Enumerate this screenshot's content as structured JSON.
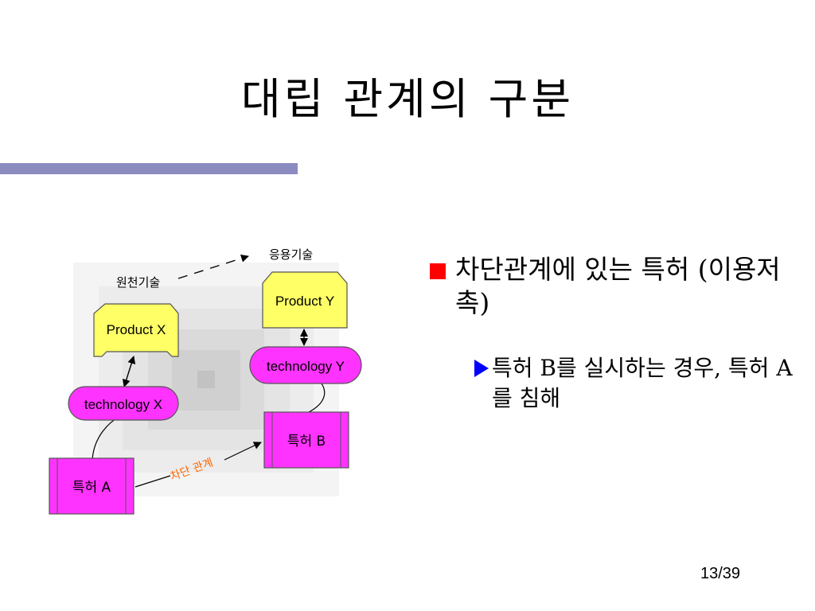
{
  "slide": {
    "title": "대립 관계의 구분",
    "page_number": "13/39"
  },
  "diagram": {
    "label_original_tech": "원천기술",
    "label_applied_tech": "응용기술",
    "product_x": "Product X",
    "product_y": "Product Y",
    "technology_x": "technology X",
    "technology_y": "technology Y",
    "patent_a": "특허 A",
    "patent_b": "특허 B",
    "blocking_label": "차단 관계",
    "colors": {
      "magenta": "#ff33ff",
      "yellow": "#ffff66",
      "orange": "#ff6600",
      "accent_bar": "#8b8bc0"
    }
  },
  "bullets": {
    "main": "차단관계에 있는 특허 (이용저촉)",
    "sub": "특허 B를 실시하는 경우, 특허 A를 침해"
  }
}
